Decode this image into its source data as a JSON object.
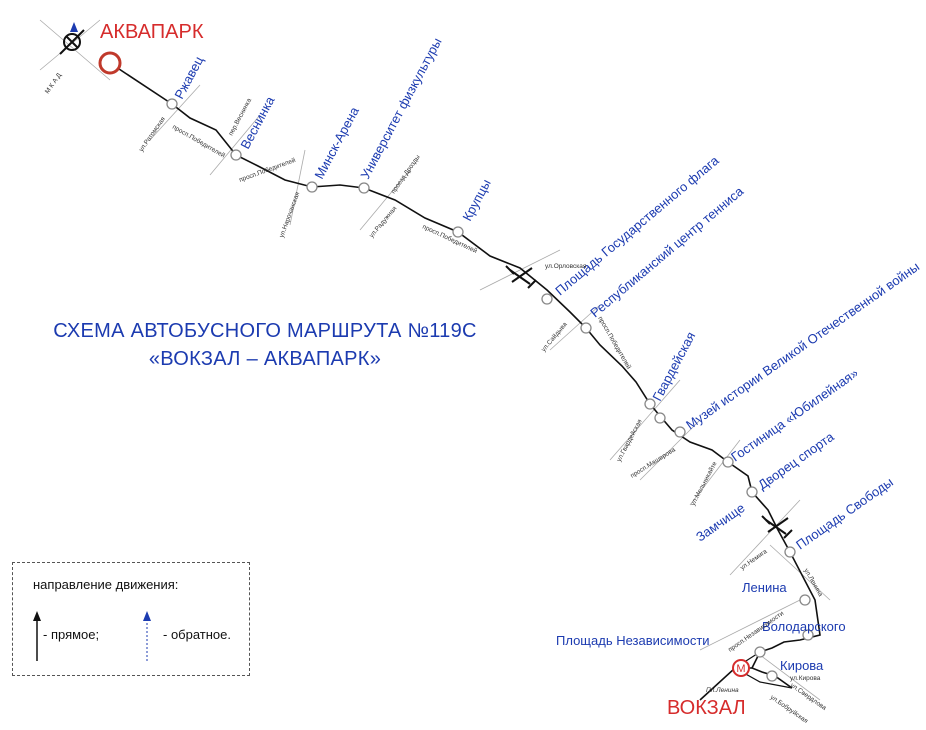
{
  "title": {
    "line1": "СХЕМА АВТОБУСНОГО МАРШРУТА №119С",
    "line2": "«ВОКЗАЛ – АКВАПАРК»"
  },
  "colors": {
    "stop_label": "#1c3bb0",
    "terminal": "#d62c2c",
    "route_line": "#111111",
    "stop_fill": "#ffffff",
    "stop_stroke": "#888888"
  },
  "terminals": {
    "start": "АКВАПАРК",
    "end": "ВОКЗАЛ"
  },
  "stops": [
    {
      "name": "Ржавец"
    },
    {
      "name": "Веснинка"
    },
    {
      "name": "Минск-Арена"
    },
    {
      "name": "Университет физкультуры"
    },
    {
      "name": "Крупцы"
    },
    {
      "name": "Площадь Государственного флага"
    },
    {
      "name": "Республиканский центр тенниса"
    },
    {
      "name": "Гвардейская"
    },
    {
      "name": "Музей истории Великой Отечественной войны"
    },
    {
      "name": "Гостиница «Юбилейная»"
    },
    {
      "name": "Дворец спорта"
    },
    {
      "name": "Замчище"
    },
    {
      "name": "Площадь Свободы"
    },
    {
      "name": "Ленина"
    },
    {
      "name": "Володарского"
    },
    {
      "name": "Площадь Независимости"
    },
    {
      "name": "Кирова"
    }
  ],
  "streets": [
    "М К А Д",
    "ул.Ратомская",
    "просп.Победителей",
    "пер.Веснинка",
    "просп.Победителей",
    "ул.Нарочанская",
    "ул.Радужная",
    "проезд Дрозды",
    "просп.Победителей",
    "ул.Орловская",
    "ул.Сайдыва",
    "просп.Победителей",
    "ул.Гвардейская",
    "просп.Машерова",
    "ул.Мельникайте",
    "ул.Немига",
    "ул.Ленина",
    "просп.Независимости",
    "ул.Кирова",
    "ул.Свердлова",
    "ул.Бобруйская",
    "Пл.Ленина"
  ],
  "metro_symbol": "М",
  "legend": {
    "title": "направление движения:",
    "forward": "- прямое;",
    "backward": "- обратное."
  }
}
